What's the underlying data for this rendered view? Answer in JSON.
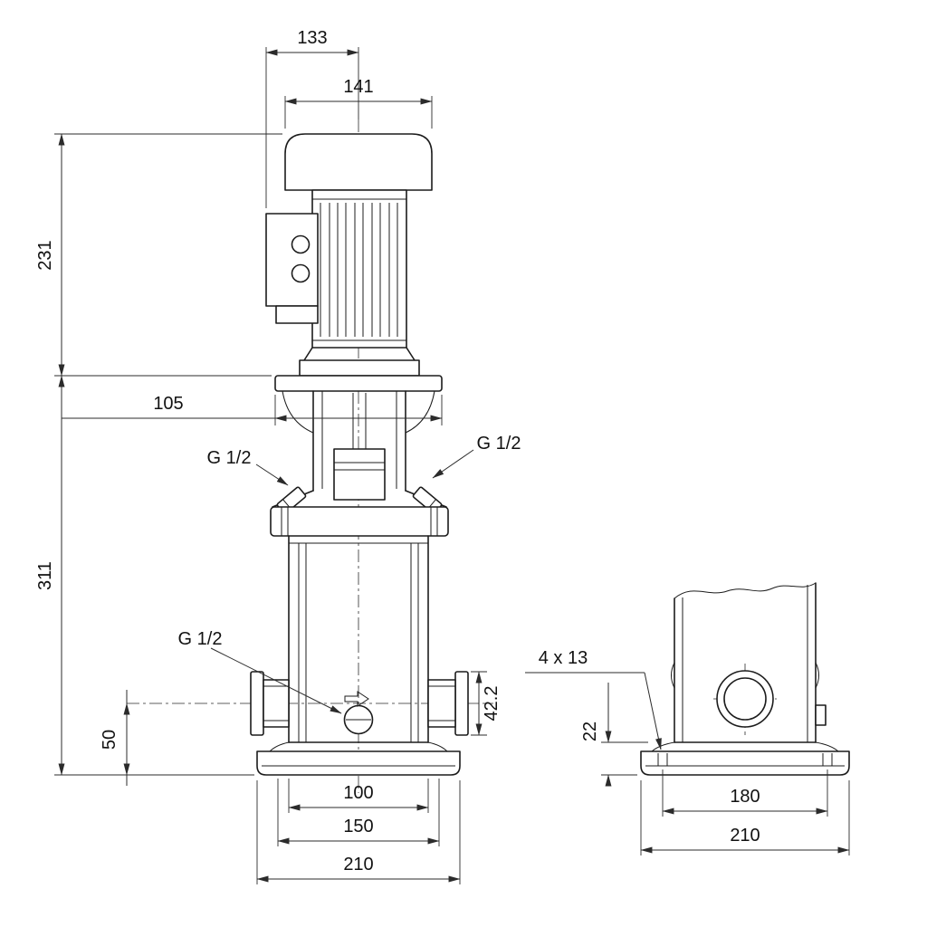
{
  "dims": {
    "top_box_width": "133",
    "motor_width": "141",
    "motor_height": "231",
    "flange_width": "105",
    "pump_height": "311",
    "port_height": "50",
    "port_flange_height": "42.2",
    "sleeve_width": "100",
    "bolt_spacing_front": "150",
    "base_length_front": "210",
    "base_height": "22",
    "base_bolt_spacing": "180",
    "base_length_side": "210",
    "base_holes": "4 x 13",
    "plug_left": "G 1/2",
    "plug_right": "G 1/2",
    "plug_drain": "G 1/2"
  }
}
